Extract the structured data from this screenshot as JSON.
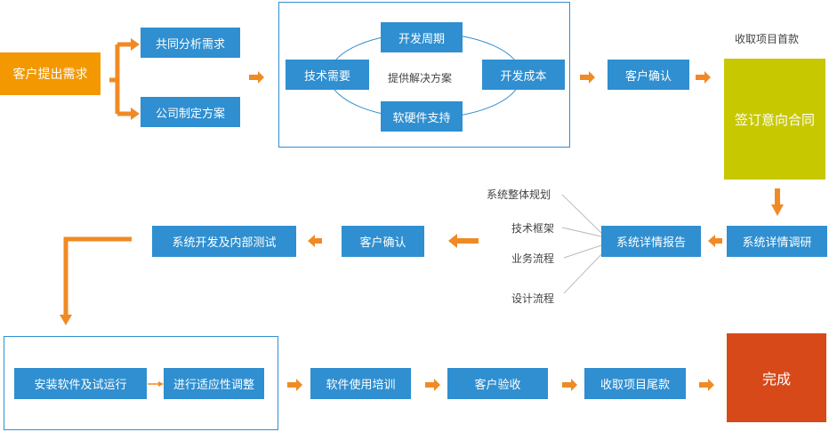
{
  "nodes": {
    "customer_request": "客户提出需求",
    "joint_analysis": "共同分析需求",
    "company_plan": "公司制定方案",
    "tech_needs": "技术需要",
    "dev_cycle": "开发周期",
    "dev_cost": "开发成本",
    "hw_sw_support": "软硬件支持",
    "solution_label": "提供解决方案",
    "customer_confirm_1": "客户确认",
    "first_payment": "收取项目首款",
    "sign_contract": "签订意向合同",
    "detail_research": "系统详情调研",
    "detail_report": "系统详情报告",
    "overall_plan": "系统整体规划",
    "tech_framework": "技术框架",
    "business_flow": "业务流程",
    "design_flow": "设计流程",
    "customer_confirm_2": "客户确认",
    "dev_test": "系统开发及内部测试",
    "install_trial": "安装软件及试运行",
    "adapt_adjust": "进行适应性调整",
    "training": "软件使用培训",
    "acceptance": "客户验收",
    "final_payment": "收取项目尾款",
    "done": "完成"
  },
  "colors": {
    "box_blue": "#2f8fd0",
    "arrow_orange": "#f08a24",
    "request_orange": "#f39800",
    "contract_olive": "#c7c800",
    "done_red": "#d8491a"
  }
}
